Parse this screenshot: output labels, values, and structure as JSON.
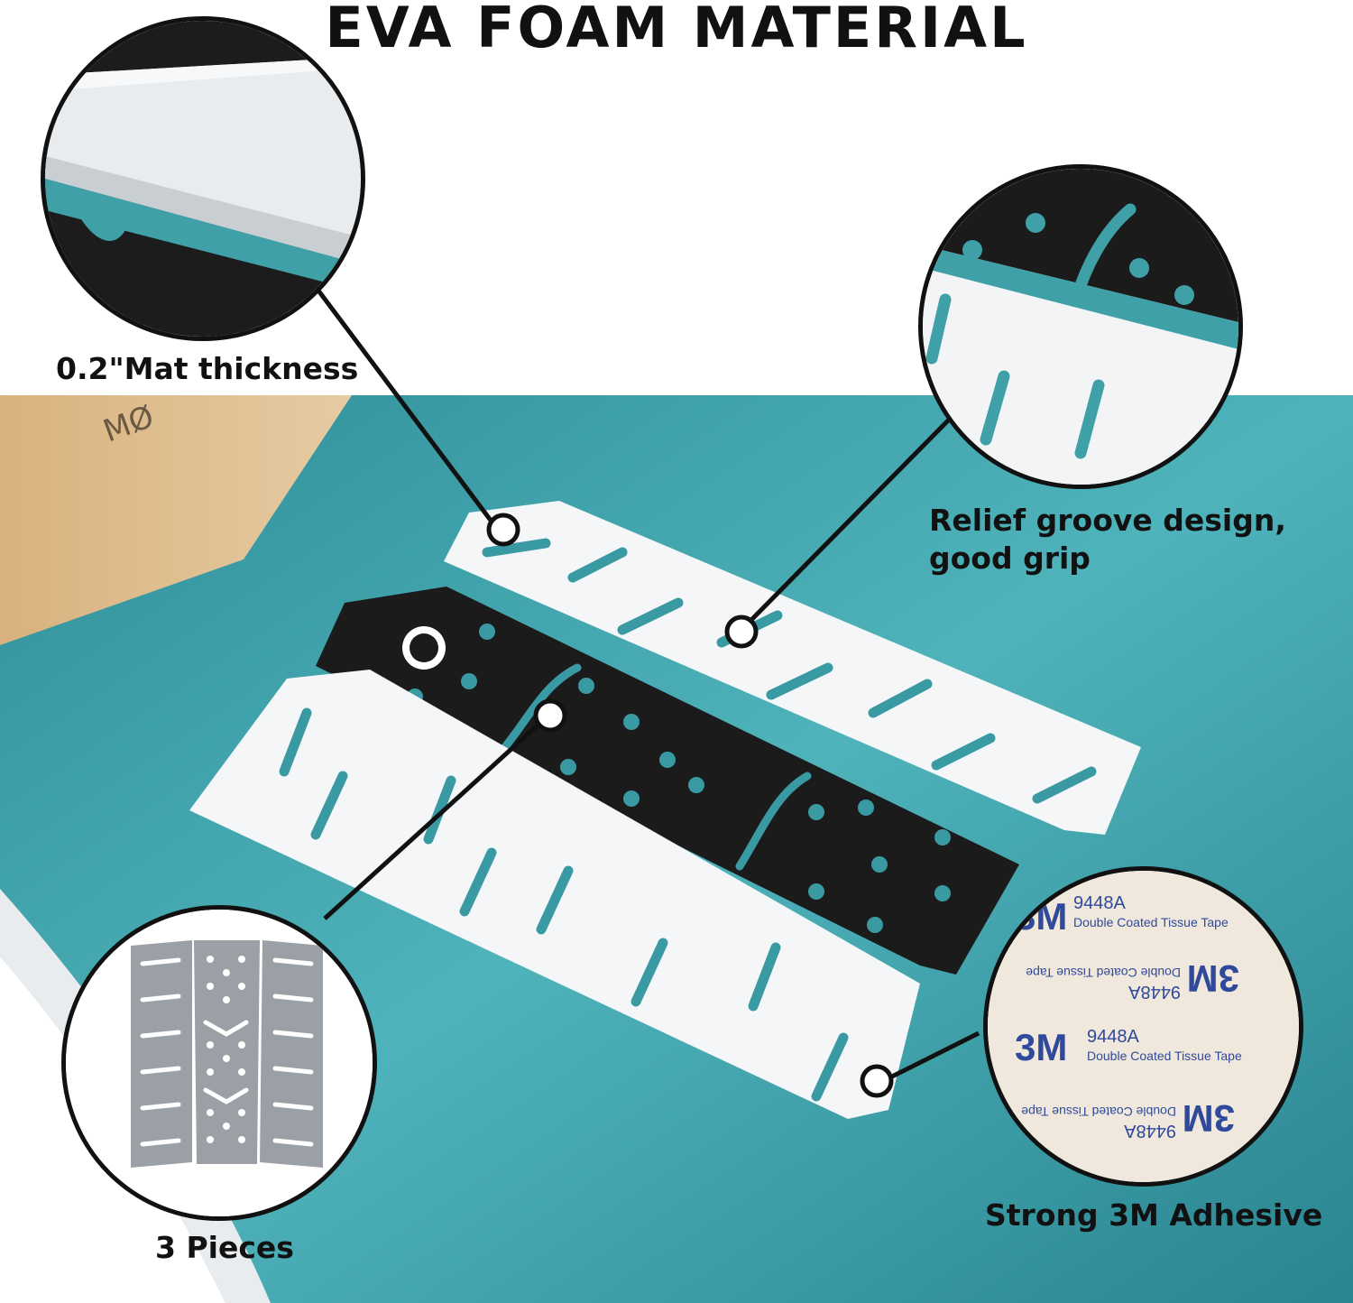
{
  "title": "EVA FOAM MATERIAL",
  "callouts": {
    "thickness": "0.2\"Mat thickness",
    "groove_line1": "Relief groove design,",
    "groove_line2": "good grip",
    "adhesive": "Strong 3M Adhesive",
    "pieces": "3 Pieces"
  },
  "board_logo": "MØ",
  "tape": {
    "code": "9448A",
    "desc": "Double Coated Tissue Tape",
    "brand": "3M"
  },
  "colors": {
    "board_teal": "#3f9fa8",
    "bamboo": "#d9b98c",
    "pad_black": "#1b1b1b",
    "pad_white": "#f5f6f8",
    "tape_blue": "#2f4a9a"
  }
}
